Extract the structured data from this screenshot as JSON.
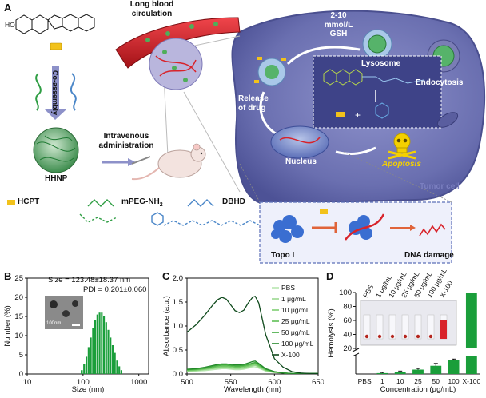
{
  "panelA": {
    "letter": "A",
    "long_blood": "Long blood circulation",
    "gsh": "2-10 mmol/L GSH",
    "lysosome": "Lysosome",
    "endocytosis": "Endocytosis",
    "release": "Release of drug",
    "coassembly": "Co-assembly",
    "intravenous": "Intravenous administration",
    "hhnp": "HHNP",
    "nucleus": "Nucleus",
    "apoptosis": "Apoptosis",
    "tumor_cell": "Tumor cell",
    "legend_hcpt": "HCPT",
    "legend_mpeg": "mPEG-NH",
    "legend_mpeg_sub": "2",
    "legend_dbhd": "DBHD",
    "topo": "Topo I",
    "dna_damage": "DNA damage",
    "colors": {
      "cell": "#6a6fb0",
      "vessel": "#d8232a",
      "hcpt": "#f2c21b",
      "mpeg": "#2f9e44",
      "dbhd": "#4a86c8",
      "apoptosis": "#f4d000"
    }
  },
  "panelB": {
    "letter": "B",
    "size_text": "Size = 123.48±18.37 nm",
    "pdi_text": "PDI = 0.201±0.060",
    "scale_bar": "100nm",
    "chart_data": {
      "type": "bar",
      "xlabel": "Size (nm)",
      "ylabel": "Number (%)",
      "xscale": "log",
      "xlim": [
        10,
        1500
      ],
      "ylim": [
        0,
        25
      ],
      "xticks": [
        10,
        100,
        1000
      ],
      "xtick_labels": [
        "10",
        "100",
        "1000"
      ],
      "yticks": [
        0,
        5,
        10,
        15,
        20,
        25
      ],
      "x": [
        95,
        105,
        115,
        126,
        138,
        151,
        165,
        181,
        198,
        217,
        237,
        260,
        284,
        311,
        340,
        372,
        407,
        446,
        488
      ],
      "values": [
        1.0,
        2.5,
        4.5,
        7.0,
        9.5,
        12.0,
        14.0,
        15.5,
        16.0,
        16.0,
        15.0,
        13.5,
        11.5,
        9.5,
        7.5,
        5.5,
        3.5,
        2.0,
        1.0
      ],
      "color": "#1a9e3a"
    }
  },
  "panelC": {
    "letter": "C",
    "chart_data": {
      "type": "line",
      "xlabel": "Wavelength (nm)",
      "ylabel": "Absorbance (a.u.)",
      "xlim": [
        500,
        650
      ],
      "ylim": [
        0,
        2.0
      ],
      "xticks": [
        500,
        550,
        600,
        650
      ],
      "yticks": [
        0.0,
        0.5,
        1.0,
        1.5,
        2.0
      ],
      "ytick_labels": [
        "0.0",
        "0.5",
        "1.0",
        "1.5",
        "2.0"
      ],
      "x": [
        500,
        510,
        520,
        530,
        535,
        540,
        545,
        550,
        555,
        560,
        565,
        570,
        575,
        578,
        582,
        590,
        600,
        610,
        620,
        630,
        640,
        650
      ],
      "series": [
        {
          "name": "PBS",
          "color": "#b8e6b0",
          "values": [
            0.05,
            0.06,
            0.07,
            0.09,
            0.1,
            0.11,
            0.11,
            0.1,
            0.09,
            0.09,
            0.1,
            0.12,
            0.15,
            0.15,
            0.12,
            0.06,
            0.03,
            0.02,
            0.01,
            0.01,
            0.01,
            0.01
          ]
        },
        {
          "name": "1 μg/mL",
          "color": "#9bd98f",
          "values": [
            0.06,
            0.07,
            0.09,
            0.11,
            0.12,
            0.13,
            0.13,
            0.12,
            0.11,
            0.11,
            0.12,
            0.14,
            0.17,
            0.18,
            0.14,
            0.07,
            0.03,
            0.02,
            0.01,
            0.01,
            0.01,
            0.01
          ]
        },
        {
          "name": "10 μg/mL",
          "color": "#7fcf72",
          "values": [
            0.07,
            0.08,
            0.1,
            0.12,
            0.14,
            0.15,
            0.15,
            0.14,
            0.13,
            0.13,
            0.14,
            0.16,
            0.19,
            0.2,
            0.16,
            0.08,
            0.04,
            0.02,
            0.01,
            0.01,
            0.01,
            0.01
          ]
        },
        {
          "name": "25 μg/mL",
          "color": "#5fbf55",
          "values": [
            0.08,
            0.09,
            0.11,
            0.14,
            0.16,
            0.17,
            0.17,
            0.16,
            0.15,
            0.15,
            0.16,
            0.18,
            0.21,
            0.22,
            0.18,
            0.09,
            0.04,
            0.02,
            0.01,
            0.01,
            0.01,
            0.01
          ]
        },
        {
          "name": "50 μg/mL",
          "color": "#3ea83b",
          "values": [
            0.09,
            0.1,
            0.12,
            0.16,
            0.18,
            0.19,
            0.19,
            0.18,
            0.17,
            0.17,
            0.18,
            0.2,
            0.23,
            0.24,
            0.2,
            0.1,
            0.05,
            0.02,
            0.01,
            0.01,
            0.01,
            0.01
          ]
        },
        {
          "name": "100 μg/mL",
          "color": "#23882a",
          "values": [
            0.1,
            0.11,
            0.14,
            0.18,
            0.2,
            0.21,
            0.21,
            0.2,
            0.19,
            0.19,
            0.2,
            0.23,
            0.26,
            0.27,
            0.22,
            0.11,
            0.05,
            0.02,
            0.01,
            0.01,
            0.01,
            0.01
          ]
        },
        {
          "name": "X-100",
          "color": "#0f4a1c",
          "values": [
            0.87,
            1.02,
            1.22,
            1.45,
            1.55,
            1.6,
            1.56,
            1.44,
            1.32,
            1.28,
            1.33,
            1.48,
            1.6,
            1.62,
            1.48,
            0.82,
            0.32,
            0.14,
            0.05,
            0.02,
            0.01,
            0.01
          ]
        }
      ]
    }
  },
  "panelD": {
    "letter": "D",
    "tube_labels": [
      "PBS",
      "1 μg/mL",
      "10 μg/mL",
      "25 μg/mL",
      "50 μg/mL",
      "100 μg/mL",
      "X-100"
    ],
    "chart_data": {
      "type": "bar",
      "xlabel": "Concentration (μg/mL)",
      "ylabel": "Hemolysis (%)",
      "categories": [
        "PBS",
        "1",
        "10",
        "25",
        "50",
        "100",
        "X-100"
      ],
      "values": [
        0.0,
        0.3,
        0.8,
        1.5,
        2.8,
        4.8,
        100
      ],
      "errors": [
        0,
        0.2,
        0.2,
        0.4,
        0.8,
        0.3,
        0
      ],
      "ylim_lower": [
        0,
        6
      ],
      "ylim_upper": [
        20,
        100
      ],
      "yticks_upper": [
        20,
        40,
        60,
        80,
        100
      ],
      "color": "#1a9e3a"
    }
  }
}
